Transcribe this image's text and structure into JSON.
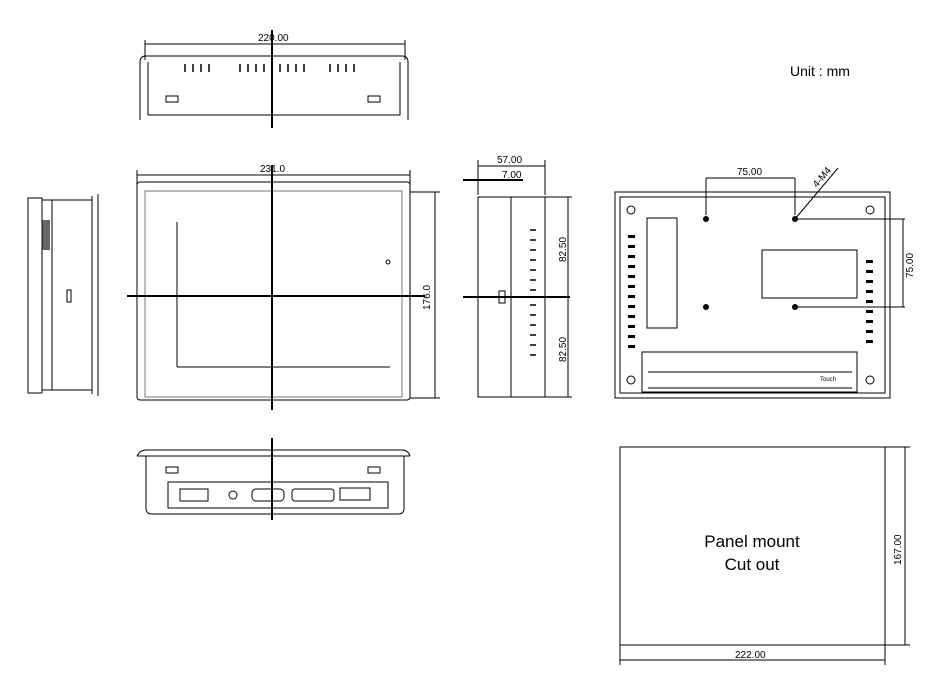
{
  "unit_label": "Unit : mm",
  "top_view": {
    "width_dim": "220.00"
  },
  "front_view": {
    "width_dim": "231.0",
    "height_dim": "176.0"
  },
  "side_view": {
    "depth_dim": "57.00",
    "bezel_dim": "7.00",
    "upper_half_dim": "82.50",
    "lower_half_dim": "82.50"
  },
  "rear_view": {
    "hole_spacing_h": "75.00",
    "hole_spacing_v": "75.00",
    "screw_label": "4-M4",
    "label_strip_text": "Touch"
  },
  "cutout": {
    "title_line1": "Panel mount",
    "title_line2": "Cut out",
    "width_dim": "222.00",
    "height_dim": "167.00"
  }
}
